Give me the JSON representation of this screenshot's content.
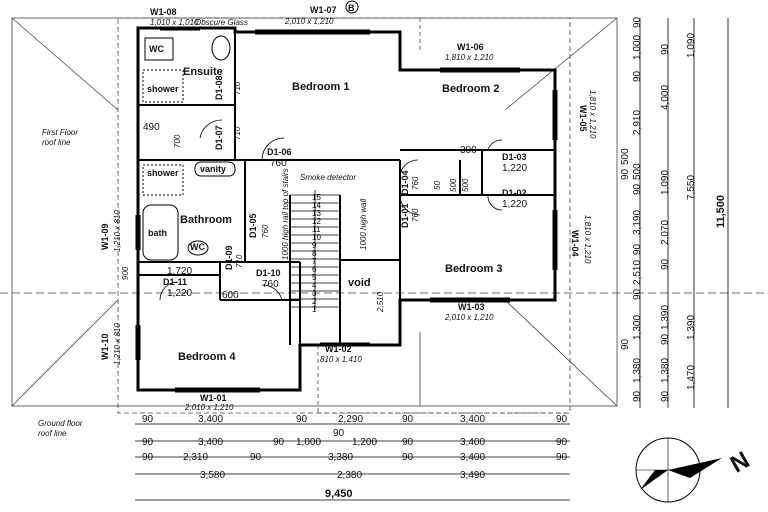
{
  "rooms": {
    "bedroom1": "Bedroom 1",
    "bedroom2": "Bedroom 2",
    "bedroom3": "Bedroom 3",
    "bedroom4": "Bedroom 4",
    "ensuite": "Ensuite",
    "bathroom": "Bathroom",
    "void": "void"
  },
  "fixtures": {
    "wc1": "WC",
    "wc2": "WC",
    "shower1": "shower",
    "shower2": "shower",
    "vanity": "vanity",
    "bath": "bath",
    "smoke_detector": "Smoke detector",
    "stair_note": "1000 high wall",
    "stair_note2": "1000 high rail top of stairs",
    "stair_steps": [
      "15",
      "14",
      "13",
      "12",
      "11",
      "10",
      "9",
      "8",
      "7",
      "6",
      "5",
      "4",
      "3",
      "2",
      "1"
    ]
  },
  "windows": {
    "w1_08": {
      "id": "W1-08",
      "size": "1,010 x 1,010",
      "note": "Obscure Glass"
    },
    "w1_07": {
      "id": "W1-07",
      "size": "2,010 x 1,210",
      "marker": "B"
    },
    "w1_06": {
      "id": "W1-06",
      "size": "1,810 x 1,210"
    },
    "w1_05": {
      "id": "W1-05",
      "size": "1,810 x 1,210"
    },
    "w1_04": {
      "id": "W1-04",
      "size": "1,810 x 1,210"
    },
    "w1_03": {
      "id": "W1-03",
      "size": "2,010 x 1,210"
    },
    "w1_02": {
      "id": "W1-02",
      "size": "810 x 1,410"
    },
    "w1_01": {
      "id": "W1-01",
      "size": "2,010 x 1,210"
    },
    "w1_09": {
      "id": "W1-09",
      "size": "1,210 x 810"
    },
    "w1_10": {
      "id": "W1-10",
      "size": "1,210 x 810"
    }
  },
  "doors": {
    "d1_08": {
      "id": "D1-08",
      "size": "710"
    },
    "d1_07": {
      "id": "D1-07",
      "size": "710"
    },
    "d1_06": {
      "id": "D1-06",
      "size": "760"
    },
    "d1_05": {
      "id": "D1-05",
      "size": "760"
    },
    "d1_04": {
      "id": "D1-04",
      "size": "760"
    },
    "d1_03": {
      "id": "D1-03",
      "size": "1,220"
    },
    "d1_02": {
      "id": "D1-02",
      "size": "1,220"
    },
    "d1_01": {
      "id": "D1-01",
      "size": "760"
    },
    "d1_09": {
      "id": "D1-09",
      "size": "710"
    },
    "d1_10": {
      "id": "D1-10",
      "size": "760"
    },
    "d1_11": {
      "id": "D1-11",
      "size": "1,220"
    }
  },
  "inner_dims": {
    "d490": "490",
    "d700": "700",
    "d300": "300",
    "d50": "50",
    "d500a": "500",
    "d500b": "500",
    "d1720": "1,720",
    "d600": "600",
    "d900": "900",
    "d2510": "2,510"
  },
  "notes": {
    "first_floor_roof": [
      "First Floor",
      "roof line"
    ],
    "ground_floor_roof": [
      "Ground floor",
      "roof line"
    ]
  },
  "bottom_dims": {
    "row1": [
      "90",
      "3,400",
      "90",
      "2,290",
      "90",
      "3,400",
      "90"
    ],
    "row2": [
      "90",
      "3,400",
      "90",
      "1,000",
      "90",
      "1,200",
      "90",
      "3,400",
      "90"
    ],
    "row3": [
      "90",
      "2,310",
      "90",
      "3,380",
      "90",
      "3,400",
      "90"
    ],
    "row4": [
      "3,580",
      "2,380",
      "3,490"
    ],
    "total": "9,450"
  },
  "right_dims": {
    "col1": [
      "90",
      "1,380",
      "90",
      "1,300",
      "90",
      "2,510",
      "90",
      "3,190",
      "90",
      "90",
      "500",
      "500",
      "2,910",
      "90",
      "1,000",
      "90"
    ],
    "col2": [
      "90",
      "1,380",
      "90",
      "1,390",
      "90",
      "2,070",
      "1,090",
      "4,000",
      "90"
    ],
    "col3": [
      "1,470",
      "1,390",
      "7,550",
      "1,090"
    ],
    "total": "11,500"
  },
  "north_label": "N"
}
